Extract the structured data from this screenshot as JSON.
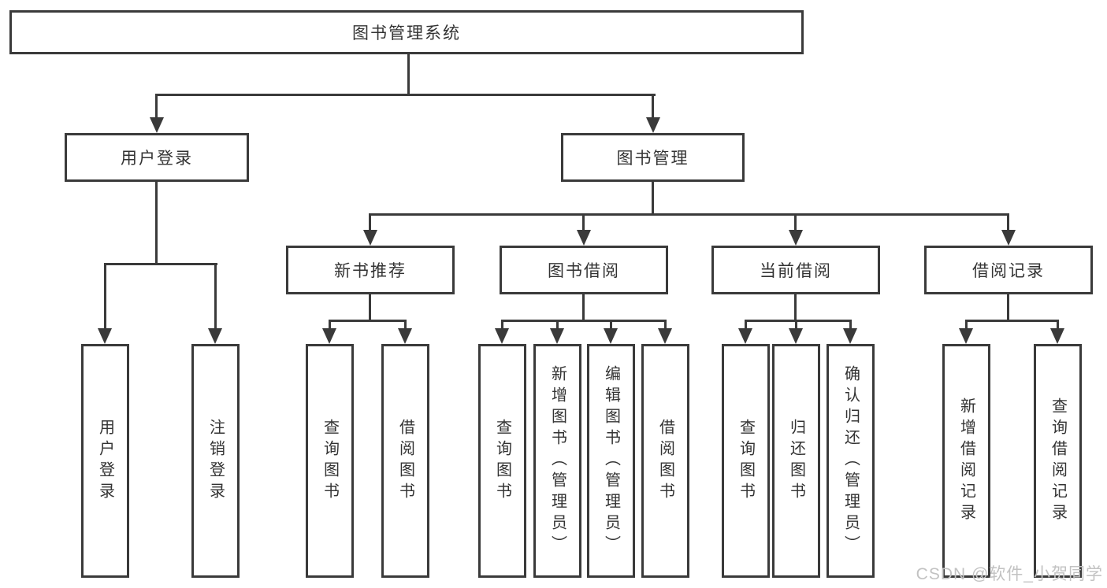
{
  "tree": {
    "root": {
      "label": "图书管理系统",
      "children": [
        {
          "label": "用户登录",
          "children": [
            {
              "label": "用户登录"
            },
            {
              "label": "注销登录"
            }
          ]
        },
        {
          "label": "图书管理",
          "children": [
            {
              "label": "新书推荐",
              "children": [
                {
                  "label": "查询图书"
                },
                {
                  "label": "借阅图书"
                }
              ]
            },
            {
              "label": "图书借阅",
              "children": [
                {
                  "label": "查询图书"
                },
                {
                  "label": "新增图书（管理员）"
                },
                {
                  "label": "编辑图书（管理员）"
                },
                {
                  "label": "借阅图书"
                }
              ]
            },
            {
              "label": "当前借阅",
              "children": [
                {
                  "label": "查询图书"
                },
                {
                  "label": "归还图书"
                },
                {
                  "label": "确认归还（管理员）"
                }
              ]
            },
            {
              "label": "借阅记录",
              "children": [
                {
                  "label": "新增借阅记录"
                },
                {
                  "label": "查询借阅记录"
                }
              ]
            }
          ]
        }
      ]
    }
  },
  "watermark": {
    "text": "CSDN @软件_小贺同学"
  },
  "colors": {
    "line": "#3a3a3a",
    "text": "#333333",
    "watermark": "#c2c2c2",
    "background": "#ffffff"
  }
}
